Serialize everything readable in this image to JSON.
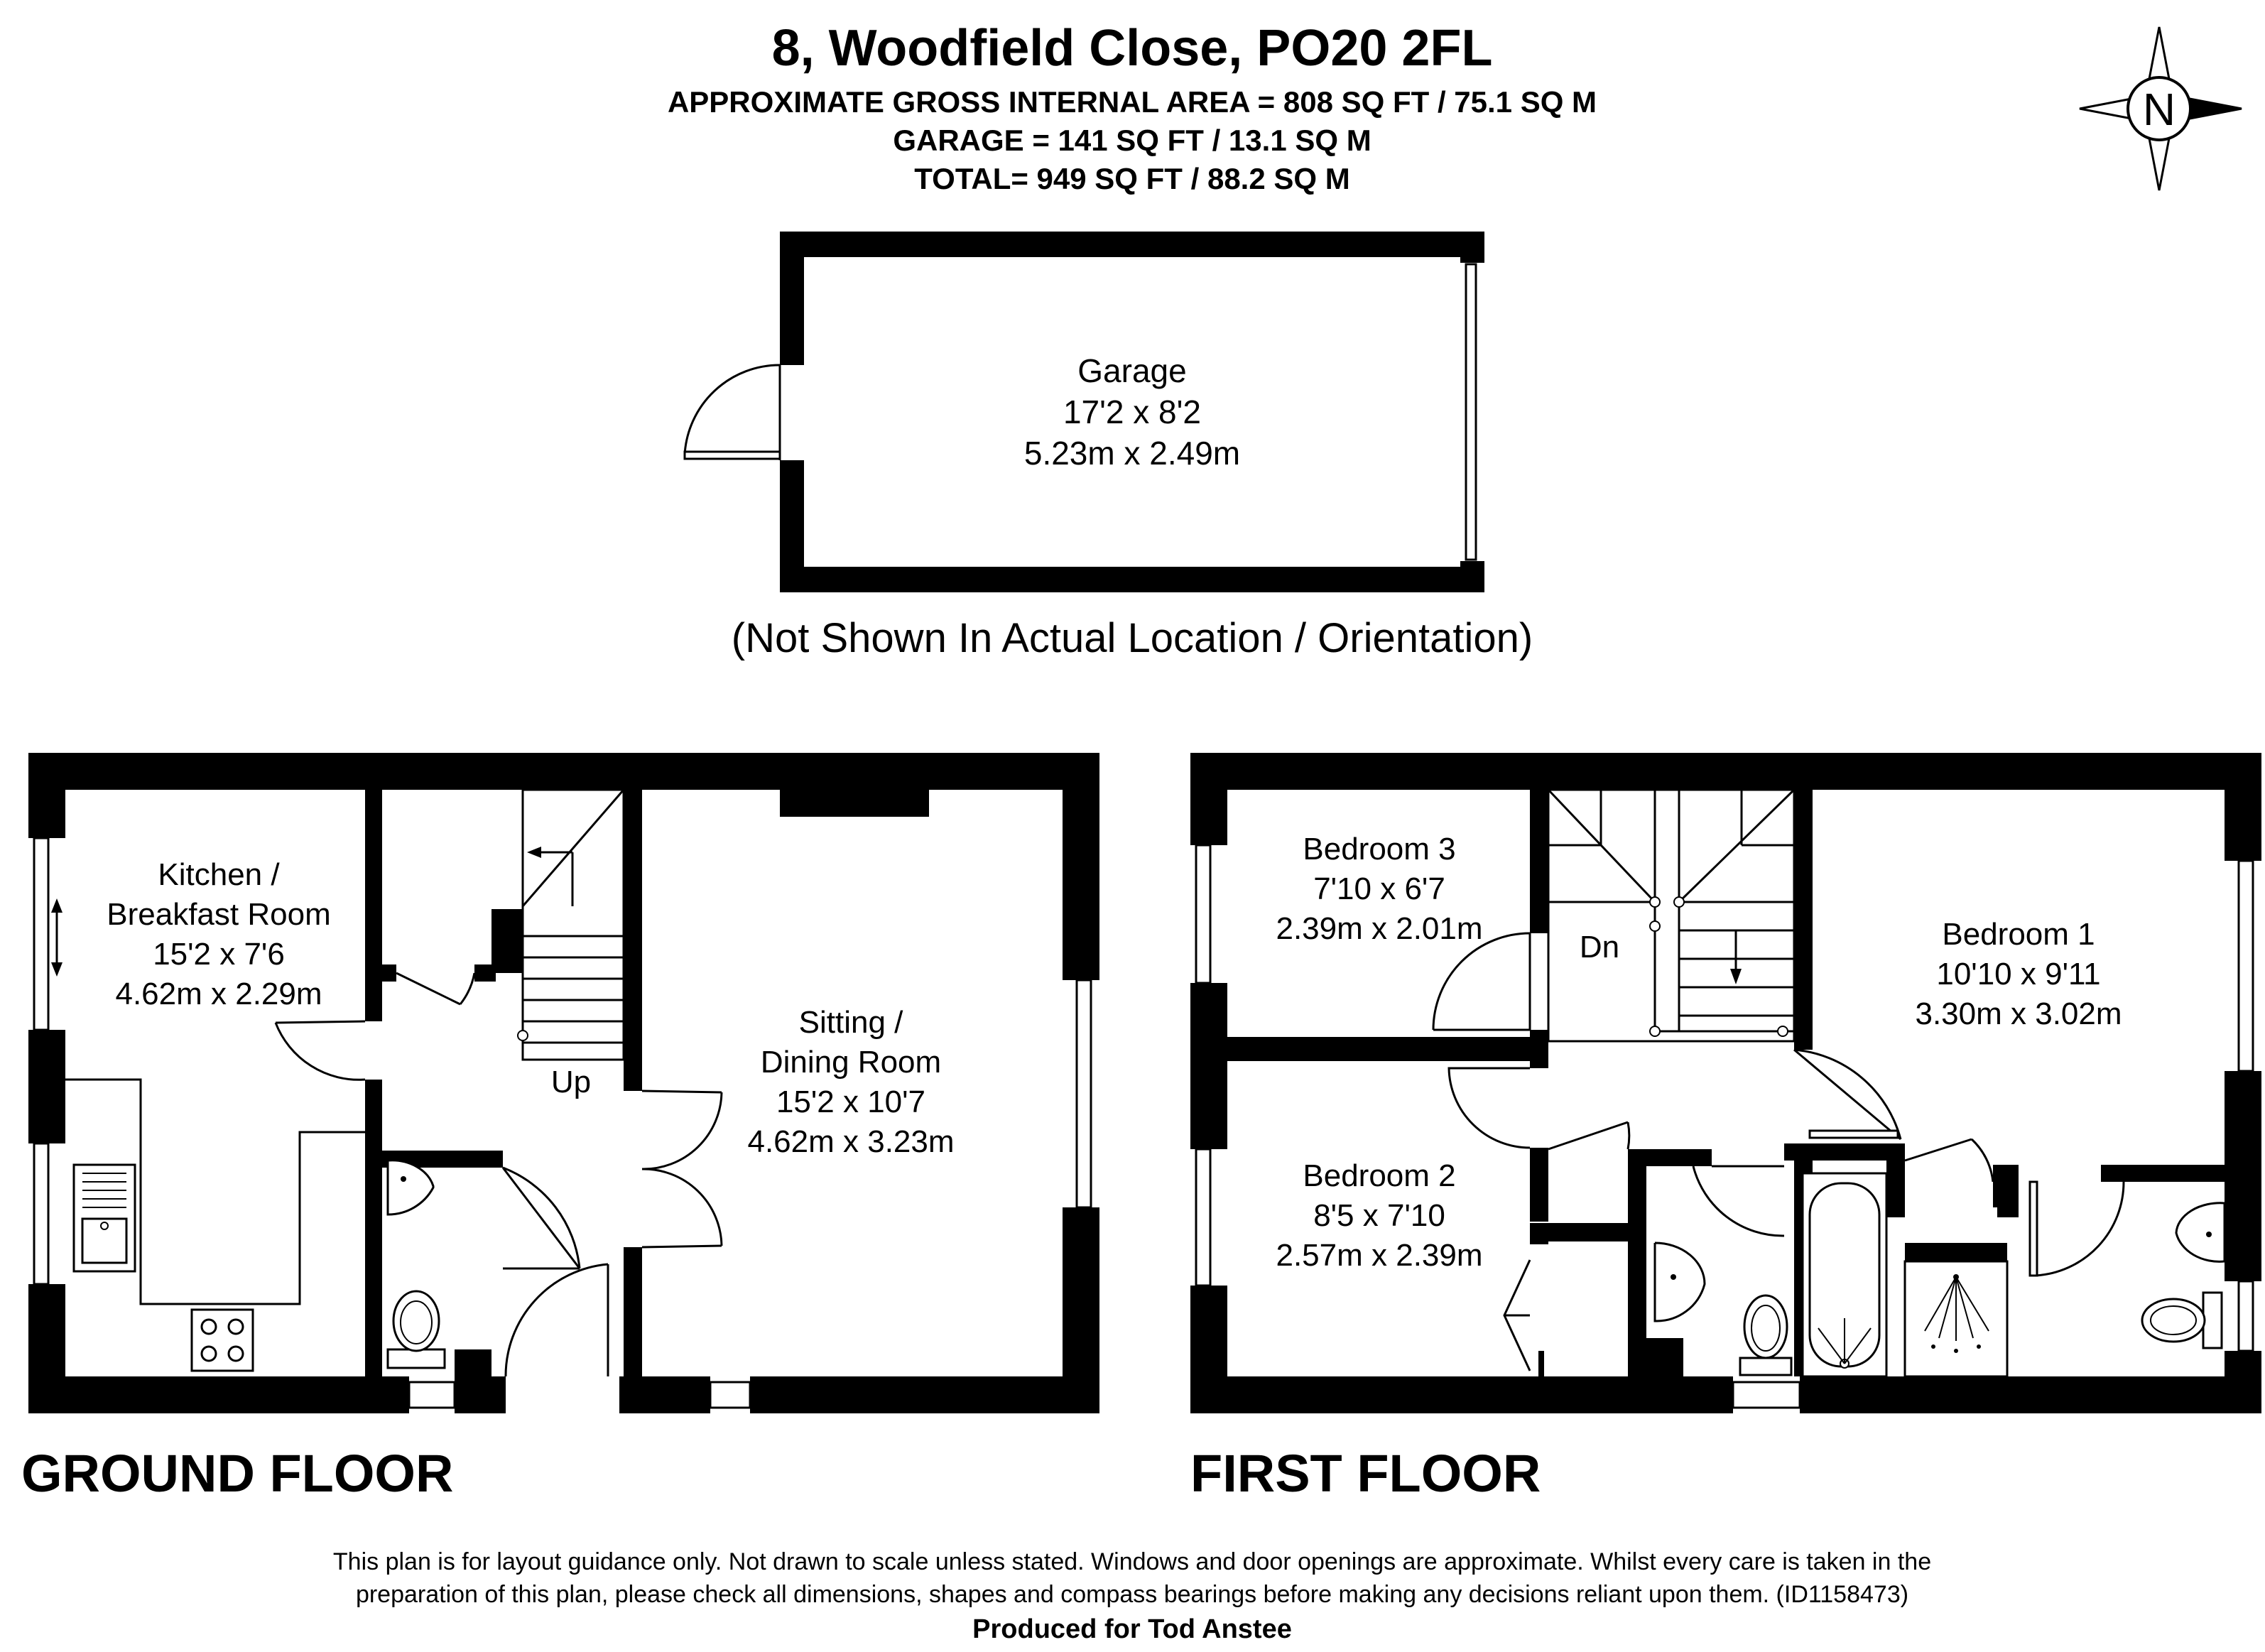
{
  "header": {
    "title": "8, Woodfield Close, PO20 2FL",
    "area_lines": [
      "APPROXIMATE GROSS INTERNAL AREA = 808 SQ FT / 75.1 SQ M",
      "GARAGE = 141 SQ FT / 13.1 SQ M",
      "TOTAL= 949 SQ FT / 88.2 SQ M"
    ]
  },
  "compass": {
    "label": "N"
  },
  "garage": {
    "room": {
      "name": "Garage",
      "imperial": "17'2 x 8'2",
      "metric": "5.23m x 2.49m"
    },
    "note": "(Not Shown In Actual Location / Orientation)"
  },
  "ground_floor": {
    "label": "GROUND FLOOR",
    "rooms": [
      {
        "name_lines": [
          "Kitchen /",
          "Breakfast Room"
        ],
        "imperial": "15'2 x 7'6",
        "metric": "4.62m x 2.29m"
      },
      {
        "name_lines": [
          "Sitting /",
          "Dining Room"
        ],
        "imperial": "15'2 x 10'7",
        "metric": "4.62m x 3.23m"
      }
    ],
    "stairs_label": "Up"
  },
  "first_floor": {
    "label": "FIRST FLOOR",
    "rooms": [
      {
        "name_lines": [
          "Bedroom 3"
        ],
        "imperial": "7'10 x 6'7",
        "metric": "2.39m x 2.01m"
      },
      {
        "name_lines": [
          "Bedroom 2"
        ],
        "imperial": "8'5 x 7'10",
        "metric": "2.57m x 2.39m"
      },
      {
        "name_lines": [
          "Bedroom 1"
        ],
        "imperial": "10'10 x 9'11",
        "metric": "3.30m x 3.02m"
      }
    ],
    "stairs_label": "Dn"
  },
  "footer": {
    "disclaimer_lines": [
      "This plan is for layout guidance only. Not drawn to scale unless stated. Windows and door openings are approximate. Whilst every care is taken in the",
      "preparation of this plan, please check all dimensions, shapes and compass bearings before making any decisions reliant upon them. (ID1158473)"
    ],
    "produced_for": "Produced for Tod Anstee"
  }
}
